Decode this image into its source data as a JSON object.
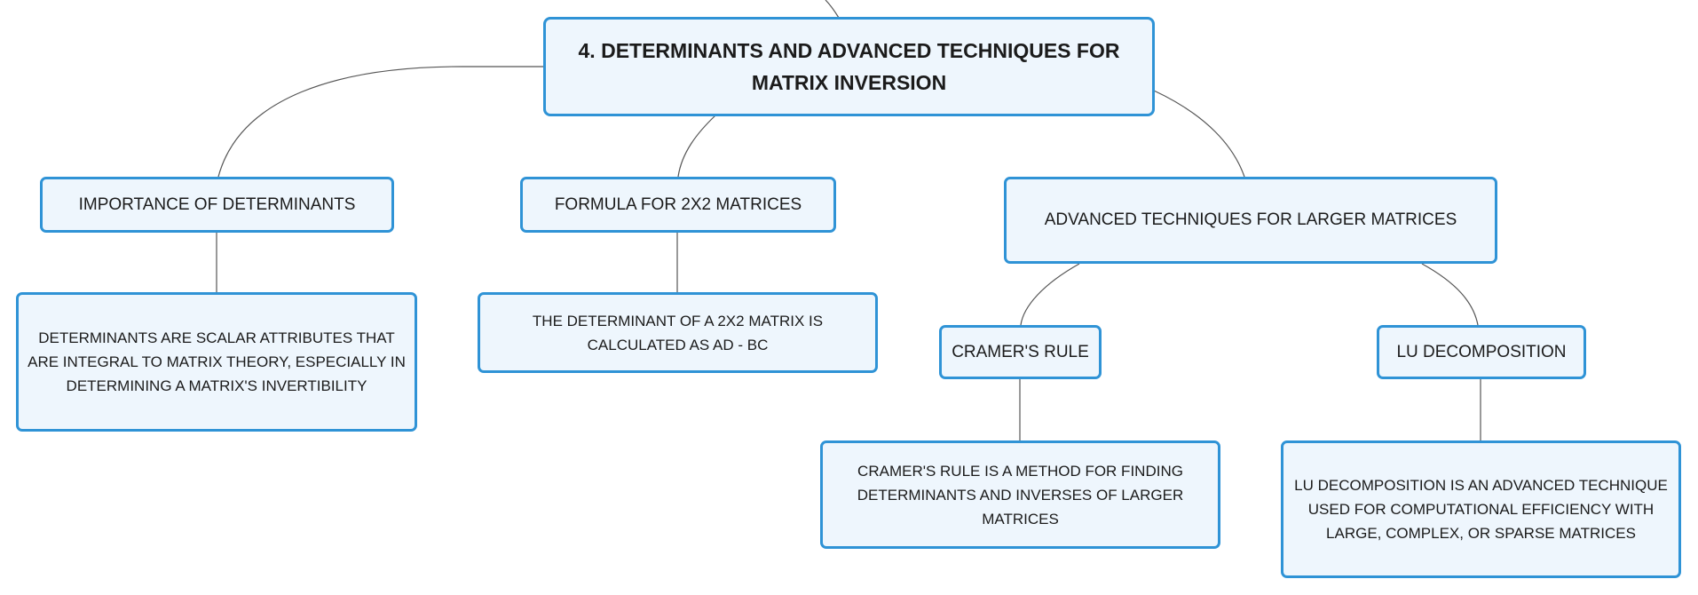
{
  "diagram": {
    "root": {
      "title": "4. DETERMINANTS AND ADVANCED TECHNIQUES FOR MATRIX INVERSION"
    },
    "importance": {
      "label": "IMPORTANCE OF DETERMINANTS",
      "detail": "DETERMINANTS ARE SCALAR ATTRIBUTES THAT ARE INTEGRAL TO MATRIX THEORY, ESPECIALLY IN DETERMINING A MATRIX'S INVERTIBILITY"
    },
    "formula": {
      "label": "FORMULA FOR 2X2 MATRICES",
      "detail": "THE DETERMINANT OF A 2X2 MATRIX IS CALCULATED AS AD - BC"
    },
    "advanced": {
      "label": "ADVANCED TECHNIQUES FOR LARGER MATRICES",
      "cramer": {
        "label": "CRAMER'S RULE",
        "detail": "CRAMER'S RULE IS A METHOD FOR FINDING DETERMINANTS AND INVERSES OF LARGER MATRICES"
      },
      "lu": {
        "label": "LU DECOMPOSITION",
        "detail": "LU DECOMPOSITION IS AN ADVANCED TECHNIQUE USED FOR COMPUTATIONAL EFFICIENCY WITH LARGE, COMPLEX, OR SPARSE MATRICES"
      }
    },
    "colors": {
      "node_border": "#2f93d6",
      "node_fill": "#eef6fd",
      "connector": "#555555"
    }
  }
}
